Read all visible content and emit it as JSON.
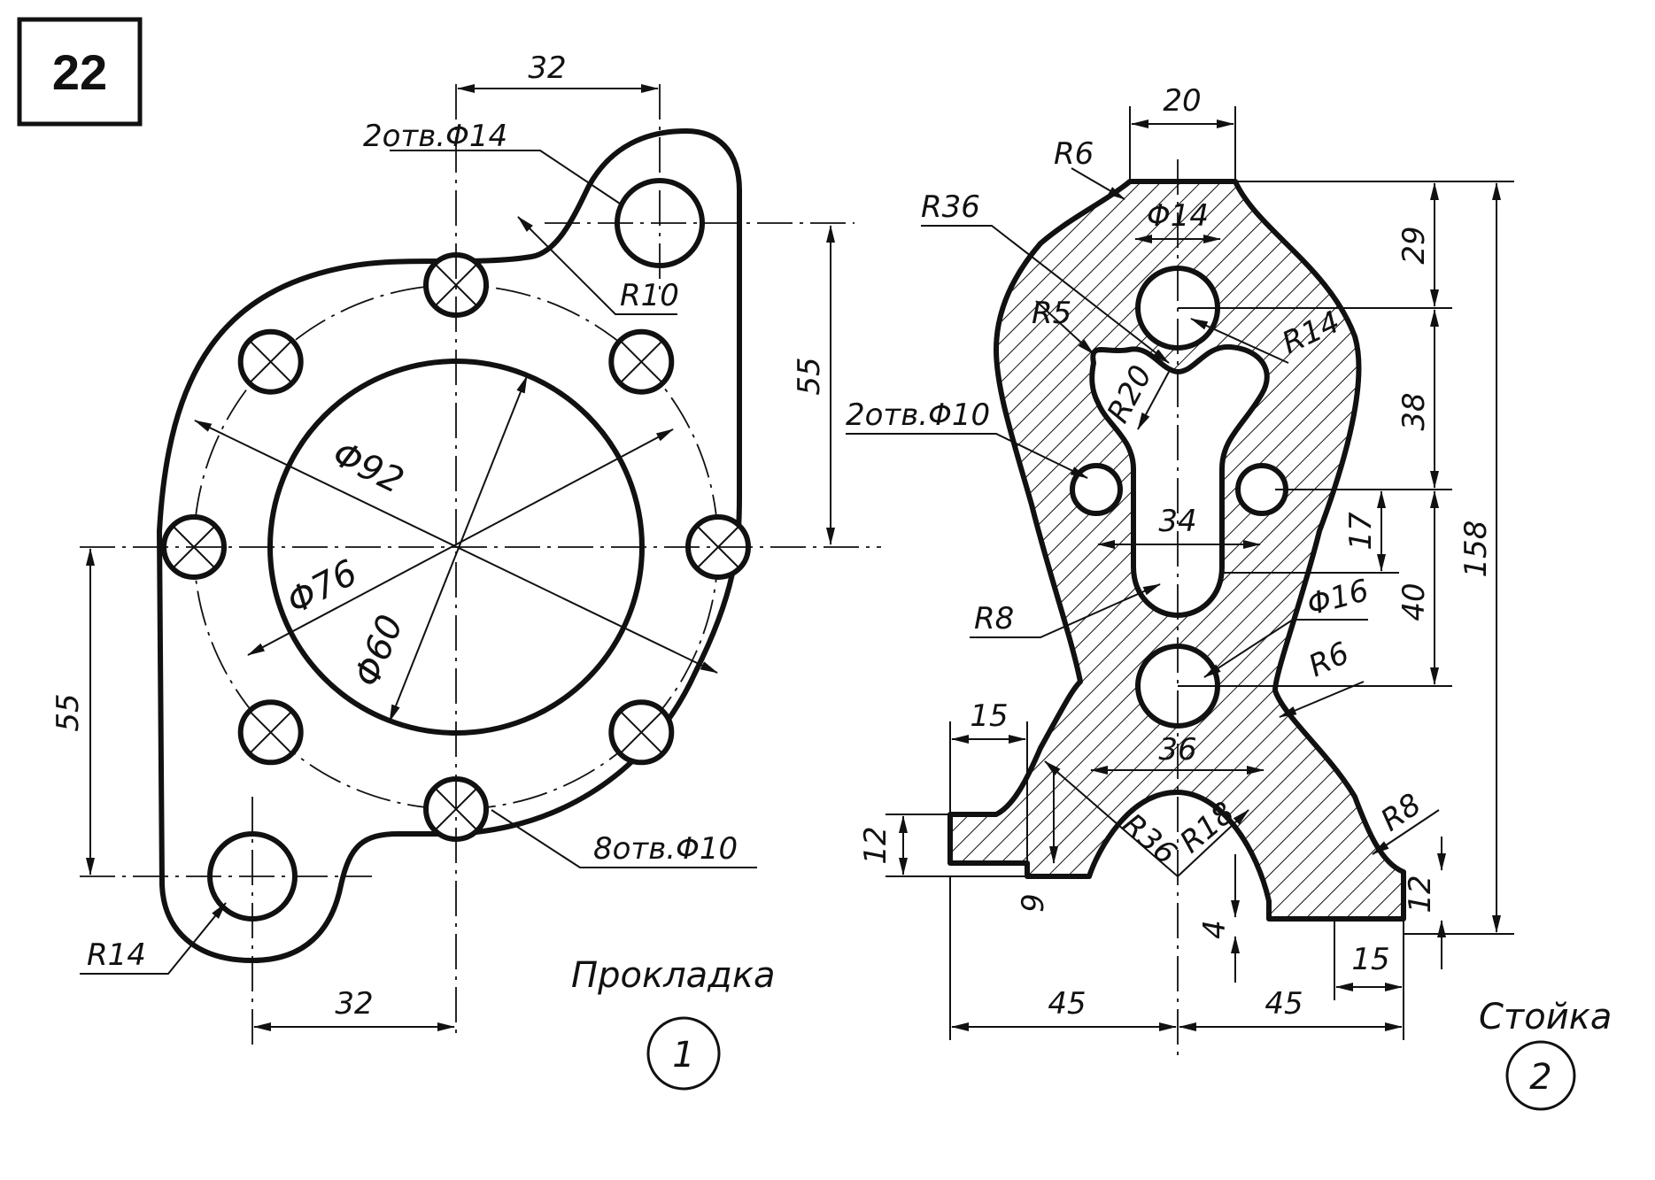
{
  "sheet_number": "22",
  "part1": {
    "name": "Прокладка",
    "index": "1",
    "dims": {
      "top_32": "32",
      "holes_2x14": "2отв.Φ14",
      "r10": "R10",
      "right_55": "55",
      "d92": "Φ92",
      "d76": "Φ76",
      "d60": "Φ60",
      "left_55": "55",
      "holes_8x10": "8отв.Φ10",
      "r14": "R14",
      "bottom_32": "32"
    }
  },
  "part2": {
    "name": "Стойка",
    "index": "2",
    "dims": {
      "top_20": "20",
      "r6_top": "R6",
      "r36_top": "R36",
      "d14": "Φ14",
      "r5": "R5",
      "r14": "R14",
      "r20": "R20",
      "holes_2x10": "2отв.Φ10",
      "d34": "34",
      "r8_side": "R8",
      "d16": "Φ16",
      "r6_side": "R6",
      "d36": "36",
      "w15_left": "15",
      "h12_left": "12",
      "r36_bottom": "R36",
      "r18": "R18",
      "r8_right": "R8",
      "h9": "9",
      "h4": "4",
      "h12_right": "12",
      "w15_right": "15",
      "w45_left": "45",
      "w45_right": "45",
      "v29": "29",
      "v38": "38",
      "v17": "17",
      "v40": "40",
      "v158": "158"
    }
  }
}
